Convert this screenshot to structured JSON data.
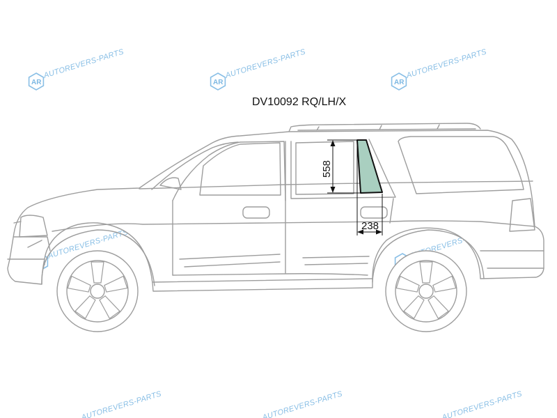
{
  "title": "DV10092 RQ/LH/X",
  "dimensions": {
    "height_value": "558",
    "width_value": "238"
  },
  "watermark": {
    "text": "AUTOREVERS-PARTS",
    "logo_letters": "AR",
    "color": "#7cb8e3"
  },
  "colors": {
    "glass_fill": "#a9cfc0",
    "outline": "#9d9d9d",
    "dimension": "#111111"
  }
}
